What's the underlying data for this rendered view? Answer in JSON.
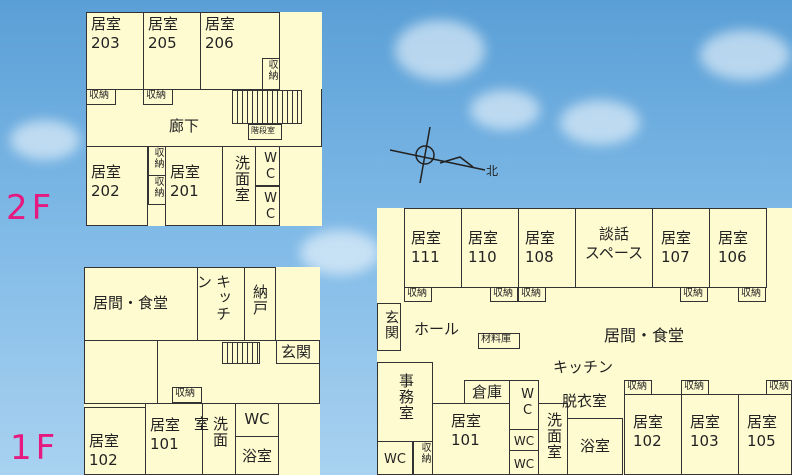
{
  "floors": {
    "f2": "2F",
    "f1": "1F"
  },
  "north": "北",
  "second_floor": {
    "r203": [
      "居室",
      "203"
    ],
    "r205": [
      "居室",
      "205"
    ],
    "r206": [
      "居室",
      "206"
    ],
    "r202": [
      "居室",
      "202"
    ],
    "r201": [
      "居室",
      "201"
    ],
    "storage": "収納",
    "corridor": "廊下",
    "stair_room": "階段室",
    "washroom": "洗面室",
    "wc": "WC"
  },
  "first_floor": {
    "living_dining": "居間・食堂",
    "kitchen": "キッチン",
    "closet": "納戸",
    "entrance": "玄関",
    "storage": "収納",
    "r102": [
      "居室",
      "102"
    ],
    "r101": [
      "居室",
      "101"
    ],
    "washroom": "洗面室",
    "wc": "WC",
    "bath": "浴室"
  },
  "annex": {
    "r111": [
      "居室",
      "111"
    ],
    "r110": [
      "居室",
      "110"
    ],
    "r108": [
      "居室",
      "108"
    ],
    "lounge": [
      "談話",
      "スペース"
    ],
    "r107": [
      "居室",
      "107"
    ],
    "r106": [
      "居室",
      "106"
    ],
    "storage": "収納",
    "entrance": "玄関",
    "hall": "ホール",
    "materials": "材料庫",
    "living_dining": "居間・食堂",
    "kitchen": "キッチン",
    "office": "事務室",
    "warehouse": "倉庫",
    "wc": "WC",
    "washroom": "洗面室",
    "dressing": "脱衣室",
    "bath": "浴室",
    "r101": [
      "居室",
      "101"
    ],
    "r102": [
      "居室",
      "102"
    ],
    "r103": [
      "居室",
      "103"
    ],
    "r105": [
      "居室",
      "105"
    ]
  }
}
